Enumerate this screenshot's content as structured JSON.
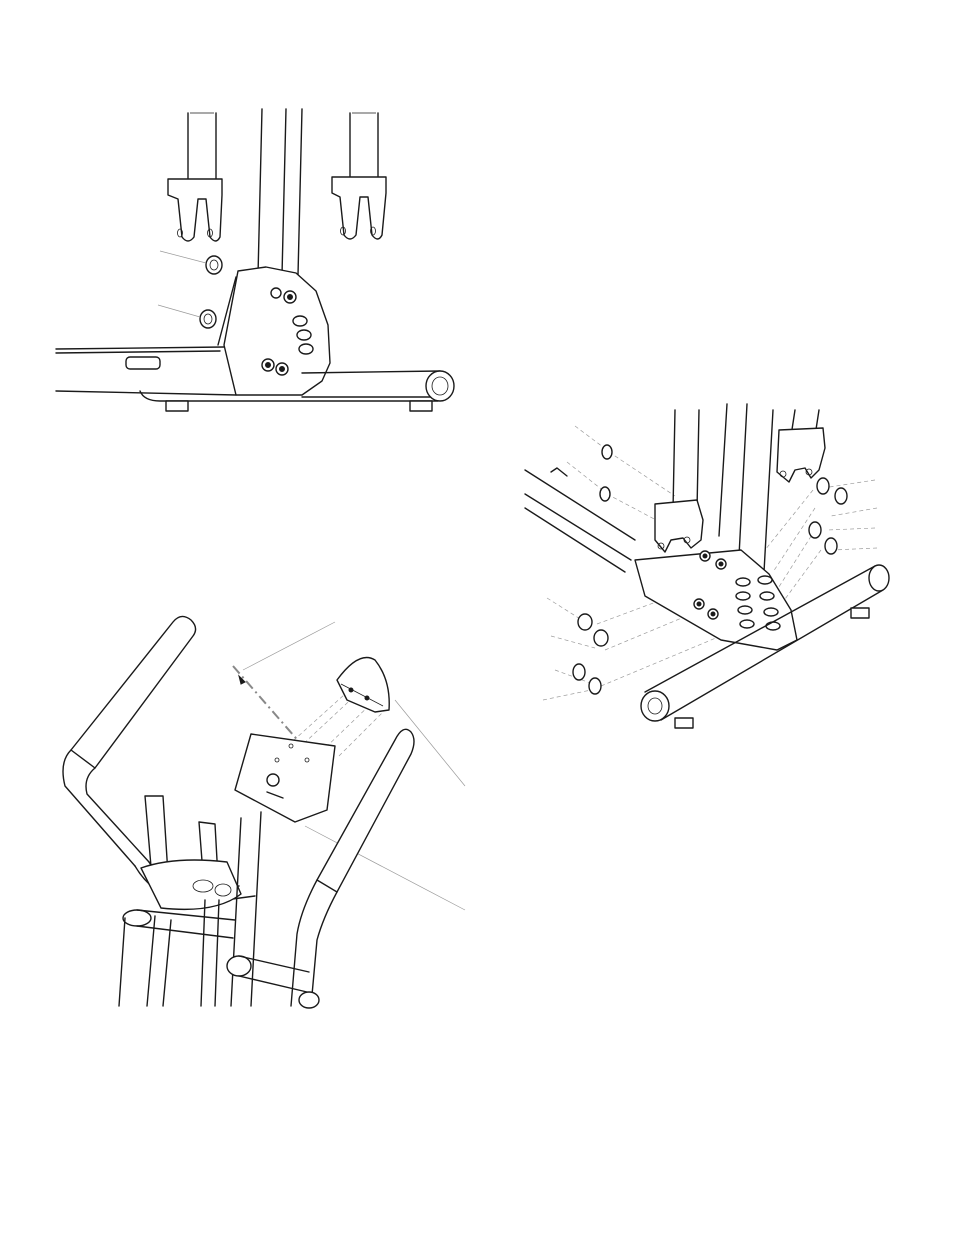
{
  "figures": [
    {
      "id": "frame-base-bracket-assembly",
      "icon": "exploded-assembly-drawing"
    },
    {
      "id": "stabilizer-bolt-assembly",
      "icon": "exploded-assembly-drawing"
    },
    {
      "id": "console-mount-assembly",
      "icon": "exploded-assembly-drawing"
    }
  ]
}
